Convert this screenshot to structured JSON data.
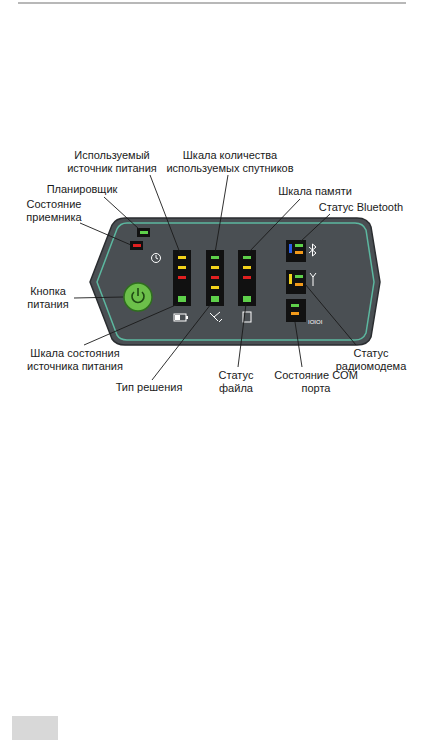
{
  "diagram": {
    "labels": [
      "Используемый источник питания",
      "Шкала количества используемых спутников",
      "Планировщик",
      "Шкала памяти",
      "Состояние приемника",
      "Статус Bluetooth",
      "Кнопка питания",
      "Шкала состояния источника питания",
      "Статус радиомодема",
      "Тип решения",
      "Статус файла",
      "Состояние COM порта",
      "IOIOI"
    ]
  }
}
